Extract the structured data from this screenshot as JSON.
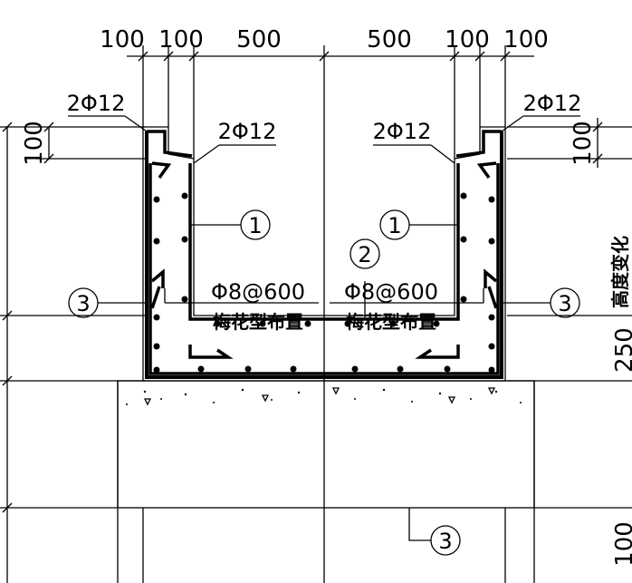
{
  "dimensions": {
    "top": [
      "100",
      "100",
      "500",
      "500",
      "100",
      "100"
    ],
    "left_wall_top": "100",
    "right_wall_top": "100",
    "right_base": "250",
    "right_bottom": "100"
  },
  "rebar_labels": {
    "top_left_outer": "2Φ12",
    "top_left_inner": "2Φ12",
    "top_right_inner": "2Φ12",
    "top_right_outer": "2Φ12"
  },
  "tie_spec": {
    "left": "Φ8@600",
    "right": "Φ8@600",
    "left_cn": "梅花型布置",
    "right_cn": "梅花型布置"
  },
  "markers": {
    "m1_left": "1",
    "m1_right": "1",
    "m2": "2",
    "m3_left": "3",
    "m3_right": "3",
    "m3_bottom": "3"
  },
  "side_note": "高度变化"
}
